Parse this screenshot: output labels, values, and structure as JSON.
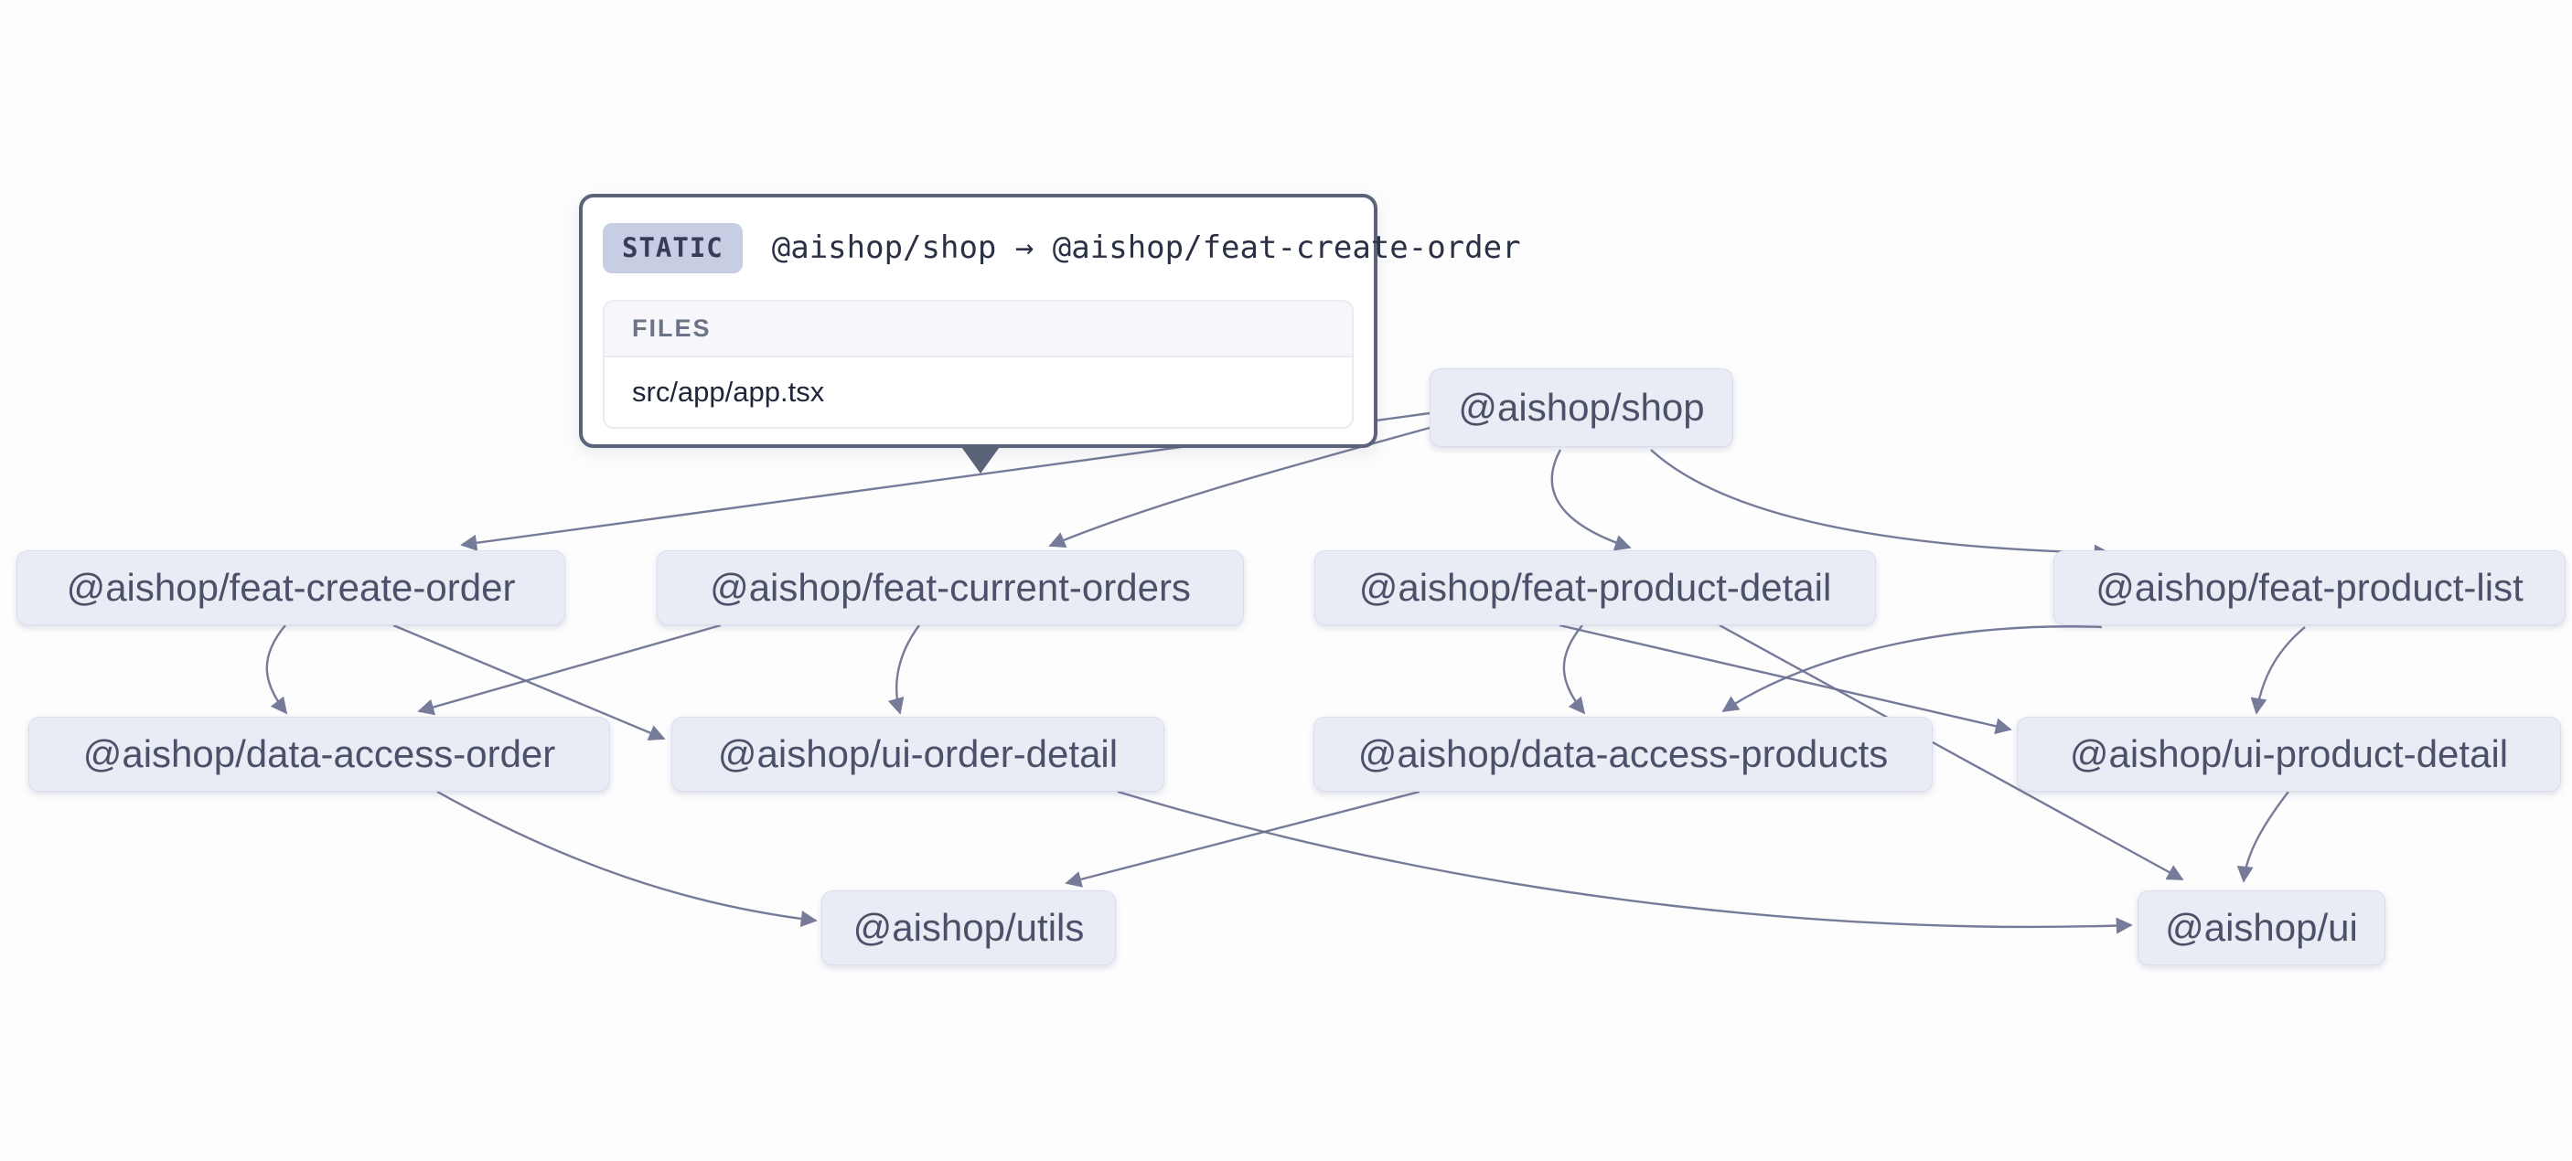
{
  "tooltip": {
    "badge": "STATIC",
    "title": "@aishop/shop → @aishop/feat-create-order",
    "files_label": "FILES",
    "files": [
      "src/app/app.tsx"
    ]
  },
  "graph": {
    "nodes": [
      {
        "id": "shop",
        "label": "@aishop/shop"
      },
      {
        "id": "feat-create-order",
        "label": "@aishop/feat-create-order"
      },
      {
        "id": "feat-current-orders",
        "label": "@aishop/feat-current-orders"
      },
      {
        "id": "feat-product-detail",
        "label": "@aishop/feat-product-detail"
      },
      {
        "id": "feat-product-list",
        "label": "@aishop/feat-product-list"
      },
      {
        "id": "data-access-order",
        "label": "@aishop/data-access-order"
      },
      {
        "id": "ui-order-detail",
        "label": "@aishop/ui-order-detail"
      },
      {
        "id": "data-access-products",
        "label": "@aishop/data-access-products"
      },
      {
        "id": "ui-product-detail",
        "label": "@aishop/ui-product-detail"
      },
      {
        "id": "utils",
        "label": "@aishop/utils"
      },
      {
        "id": "ui",
        "label": "@aishop/ui"
      }
    ],
    "edges": [
      {
        "from": "shop",
        "to": "feat-create-order"
      },
      {
        "from": "shop",
        "to": "feat-current-orders"
      },
      {
        "from": "shop",
        "to": "feat-product-detail"
      },
      {
        "from": "shop",
        "to": "feat-product-list"
      },
      {
        "from": "feat-create-order",
        "to": "data-access-order"
      },
      {
        "from": "feat-create-order",
        "to": "ui-order-detail"
      },
      {
        "from": "feat-current-orders",
        "to": "data-access-order"
      },
      {
        "from": "feat-current-orders",
        "to": "ui-order-detail"
      },
      {
        "from": "feat-product-detail",
        "to": "data-access-products"
      },
      {
        "from": "feat-product-detail",
        "to": "ui-product-detail"
      },
      {
        "from": "feat-product-detail",
        "to": "ui"
      },
      {
        "from": "feat-product-list",
        "to": "data-access-products"
      },
      {
        "from": "feat-product-list",
        "to": "ui-product-detail"
      },
      {
        "from": "data-access-order",
        "to": "utils"
      },
      {
        "from": "data-access-products",
        "to": "utils"
      },
      {
        "from": "ui-order-detail",
        "to": "ui"
      },
      {
        "from": "ui-product-detail",
        "to": "ui"
      }
    ],
    "colors": {
      "edge": "#6a7190",
      "node_fill": "#e9ebf5",
      "node_text": "#4a5168",
      "tooltip_border": "#5a6377",
      "badge_fill": "#c7cde2"
    }
  }
}
